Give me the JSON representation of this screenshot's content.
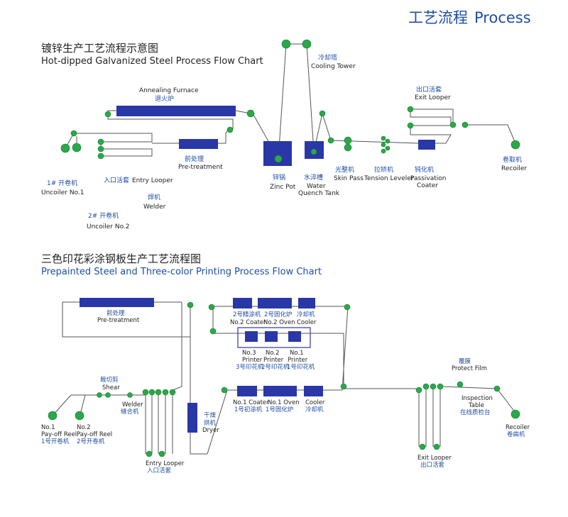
{
  "header": {
    "title_cn": "工艺流程",
    "title_en": "Process"
  },
  "colors": {
    "box": "#2a37a6",
    "roll": "#2aa84a",
    "line": "#555555",
    "label_blue": "#1f4ea3",
    "label_dark": "#222222"
  },
  "chart1": {
    "title_cn": "镀锌生产工艺流程示意图",
    "title_en": "Hot-dipped Galvanized Steel Process Flow Chart",
    "cooling_tower_cn": "冷却塔",
    "cooling_tower_en": "Cooling Tower",
    "annealing_en": "Annealing Furnace",
    "annealing_cn": "退火炉",
    "exit_looper_cn": "出口活套",
    "exit_looper_en": "Exit Looper",
    "pretreatment_cn": "前处理",
    "pretreatment_en": "Pre-treatment",
    "entry_looper_cn": "入口活套",
    "entry_looper_en": "Entry  Looper",
    "welder_cn": "焊机",
    "welder_en": "Welder",
    "uncoiler1_cn": "1# 开卷机",
    "uncoiler1_en": "Uncoiler No.1",
    "uncoiler2_cn": "2# 开卷机",
    "uncoiler2_en": "Uncoiler No.2",
    "zinc_pot_cn": "锌锅",
    "zinc_pot_en": "Zinc Pot",
    "quench_cn": "水淬槽",
    "quench_en1": "Water",
    "quench_en2": "Quench Tank",
    "skin_pass_cn": "光整机",
    "skin_pass_en": "Skin Pass",
    "tension_cn": "拉矫机",
    "tension_en": "Tension Leveler",
    "passivation_cn": "钝化机",
    "passivation_en1": "Passivation",
    "passivation_en2": "Coater",
    "recoiler_cn": "卷取机",
    "recoiler_en": "Recoiler"
  },
  "chart2": {
    "title_cn": "三色印花彩涂钢板生产工艺流程图",
    "title_en": "Prepainted Steel and Three-color Printing Process Flow Chart",
    "pretreatment_cn": "前处理",
    "pretreatment_en": "Pre-treatment",
    "coater2_cn": "2号精涂机",
    "coater2_en": "No.2 Coater",
    "oven2_cn": "2号固化炉",
    "oven2_en": "No.2 Oven",
    "cooler_top_cn": "冷却机",
    "cooler_top_en": "Cooler",
    "printer3_en1": "No.3",
    "printer3_en2": "Printer",
    "printer3_cn": "3号印花机",
    "printer2_en1": "No.2",
    "printer2_en2": "Printer",
    "printer2_cn": "2号印花机",
    "printer1_en1": "No.1",
    "printer1_en2": "Printer",
    "printer1_cn": "1号印花机",
    "shear_cn": "裁切剪",
    "shear_en": "Shear",
    "welder_en": "Welder",
    "welder_cn": "缝合机",
    "dryer_cn1": "干燥",
    "dryer_cn2": "烘机",
    "dryer_en": "Dryer",
    "coater1_en": "No.1 Coater",
    "coater1_cn": "1号初涂机",
    "oven1_en": "No.1 Oven",
    "oven1_cn": "1号固化炉",
    "cooler_bottom_en": "Cooler",
    "cooler_bottom_cn": "冷却机",
    "payoff1_en1": "No.1",
    "payoff1_en2": "Pay-off Reel",
    "payoff1_cn": "1号开卷机",
    "payoff2_en1": "No.2",
    "payoff2_en2": "Pay-off Reel",
    "payoff2_cn": "2号开卷机",
    "entry_looper_en": "Entry Looper",
    "entry_looper_cn": "入口活套",
    "exit_looper_en": "Exit Looper",
    "exit_looper_cn": "出口活套",
    "protect_cn": "覆膜",
    "protect_en": "Protect Film",
    "inspection_en1": "Inspection",
    "inspection_en2": "Table",
    "inspection_cn": "在线质检台",
    "recoiler_en": "Recoiler",
    "recoiler_cn": "卷曲机"
  }
}
